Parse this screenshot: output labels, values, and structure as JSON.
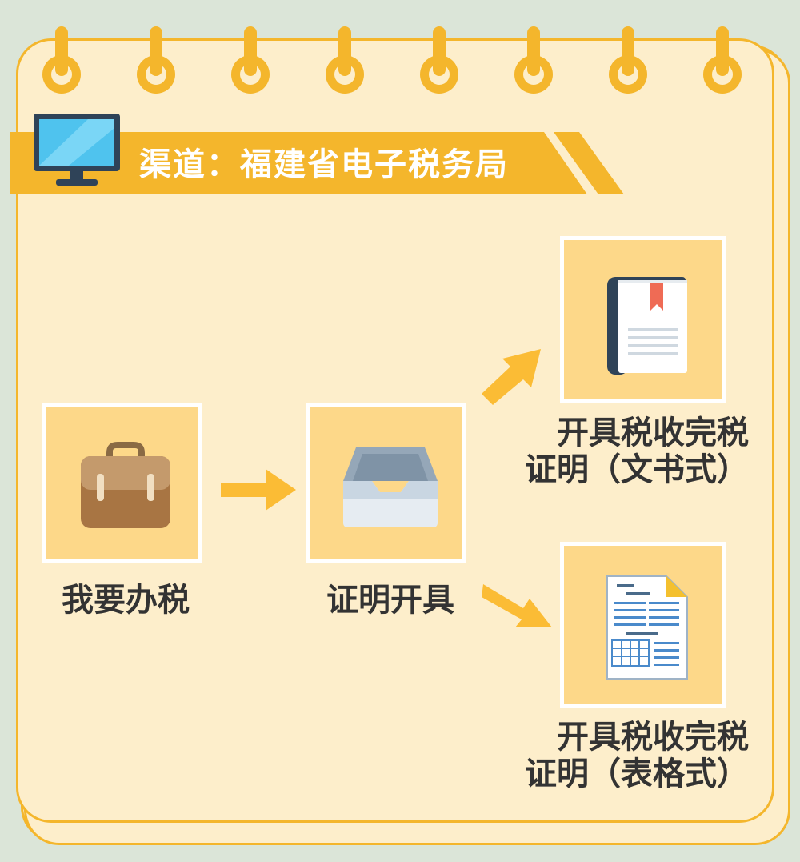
{
  "banner": {
    "text": "渠道：福建省电子税务局",
    "icon": "desktop-monitor-icon"
  },
  "flow": {
    "step1": {
      "label": "我要办税",
      "icon": "briefcase-icon"
    },
    "step2": {
      "label": "证明开具",
      "icon": "inbox-tray-icon"
    },
    "option1": {
      "line1": "开具税收完税",
      "line2": "证明（文书式）",
      "icon": "book-icon"
    },
    "option2": {
      "line1": "开具税收完税",
      "line2": "证明（表格式）",
      "icon": "form-document-icon"
    }
  },
  "colors": {
    "paper": "#fdeecb",
    "accent": "#f4b62c",
    "tile": "#fdd889",
    "arrow": "#fbbc35",
    "text": "#333333",
    "background": "#dbe5d8"
  }
}
